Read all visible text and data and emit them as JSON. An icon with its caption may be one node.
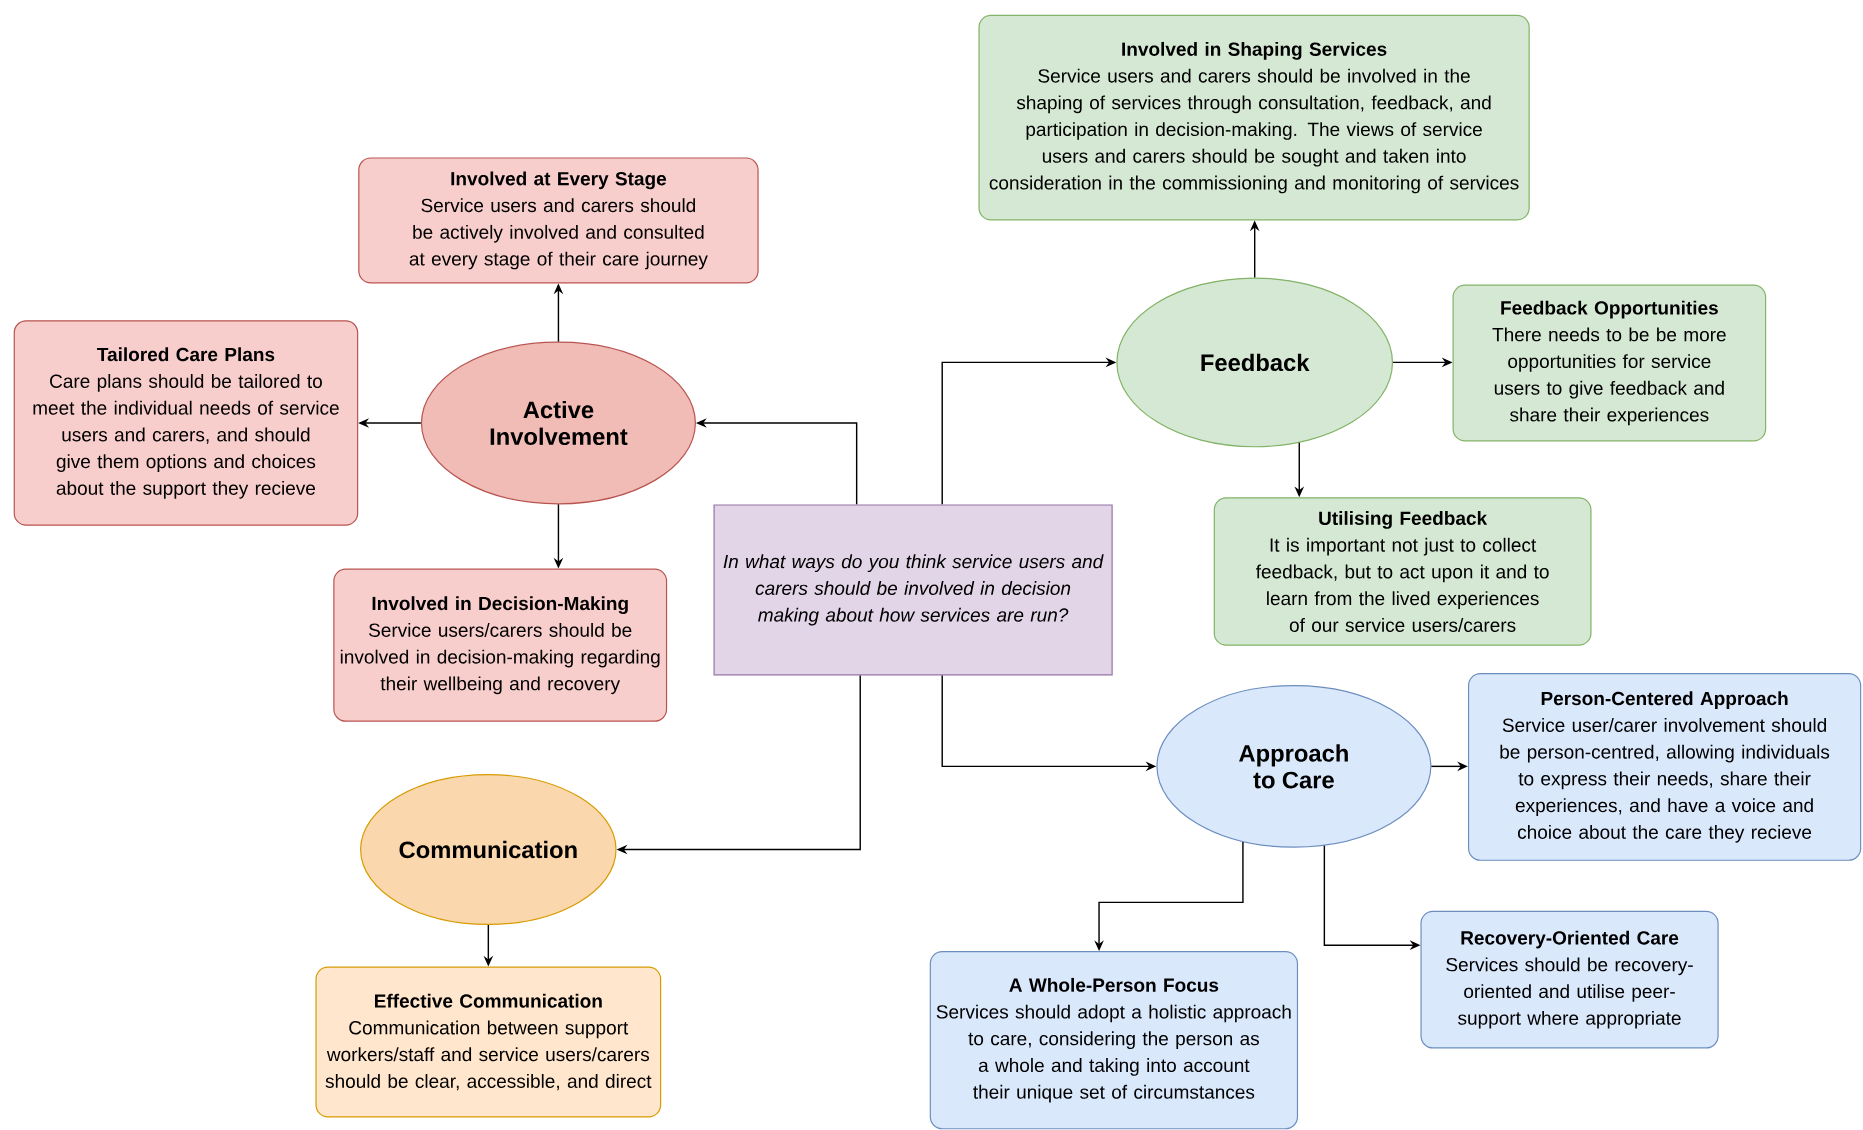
{
  "diagram": {
    "nodes": [
      {
        "text": [
          "In what ways do you think service users and carers should be involved in decision making about how services are run?"
        ]
      },
      {
        "text": [
          "Active Involvement"
        ]
      },
      {
        "text": [
          "Involved at Every Stage",
          "Service users and carers should be actively involved and consulted at every stage of their care journey"
        ]
      },
      {
        "text": [
          "Tailored Care Plans",
          "Care plans should be tailored to meet the individual needs of service users and carers, and should give them options and choices about the support they recieve"
        ]
      },
      {
        "text": [
          "Involved in Decision-Making",
          "Service users/carers should be involved in decision-making regarding their wellbeing and recovery"
        ]
      },
      {
        "text": [
          "Feedback"
        ]
      },
      {
        "text": [
          "Involved in Shaping Services",
          "Service users and carers should be involved in the shaping of services through consultation, feedback, and participation in decision-making. The views of service users and carers should be sought and taken into consideration in the commissioning and monitoring of services"
        ]
      },
      {
        "text": [
          "Feedback Opportunities",
          "There needs to be be more opportunities for service users to give feedback and share their experiences"
        ]
      },
      {
        "text": [
          "Utilising Feedback",
          "It is important not just to collect feedback, but to act upon it and to learn from the lived experiences of our service users/carers"
        ]
      },
      {
        "text": [
          "Approach to Care"
        ]
      },
      {
        "text": [
          "Person-Centered Approach",
          "Service user/carer involvement should be person-centred, allowing individuals to express their needs, share their experiences, and have a voice and choice about the care they recieve"
        ]
      },
      {
        "text": [
          "Recovery-Oriented Care",
          "Services should be recovery-oriented and utilise peer-support where appropriate"
        ]
      },
      {
        "text": [
          "A Whole-Person Focus",
          "Services should adopt a holistic approach to care, considering the person as a whole and taking into account their unique set of circumstances"
        ]
      },
      {
        "text": [
          "Communication"
        ]
      },
      {
        "text": [
          "Effective Communication",
          "Communication between support workers/staff and service users/carers should be clear, accessible, and direct"
        ]
      }
    ],
    "edges": [
      {
        "from": 0,
        "to": 1,
        "arrow": "to"
      },
      {
        "from": 1,
        "to": 2,
        "arrow": "to"
      },
      {
        "from": 1,
        "to": 3,
        "arrow": "to"
      },
      {
        "from": 1,
        "to": 4,
        "arrow": "to"
      },
      {
        "from": 0,
        "to": 5,
        "arrow": "to"
      },
      {
        "from": 5,
        "to": 6,
        "arrow": "to"
      },
      {
        "from": 5,
        "to": 7,
        "arrow": "to"
      },
      {
        "from": 5,
        "to": 8,
        "arrow": "to"
      },
      {
        "from": 0,
        "to": 9,
        "arrow": "to"
      },
      {
        "from": 9,
        "to": 10,
        "arrow": "to"
      },
      {
        "from": 9,
        "to": 12,
        "arrow": "to"
      },
      {
        "from": 9,
        "to": 11,
        "arrow": "to"
      },
      {
        "from": 0,
        "to": 13,
        "arrow": "to"
      },
      {
        "from": 13,
        "to": 14,
        "arrow": "to"
      }
    ]
  }
}
